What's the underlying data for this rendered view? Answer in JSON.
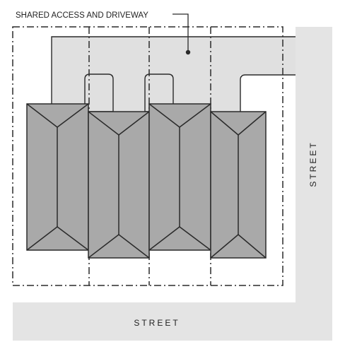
{
  "diagram": {
    "callout_label": "SHARED ACCESS AND DRIVEWAY",
    "street_bottom_label": "STREET",
    "street_right_label": "STREET",
    "building_count": 4
  },
  "colors": {
    "street_fill": "#e4e4e4",
    "driveway_fill": "#e0e0e0",
    "roof_fill": "#a9a9a9",
    "line": "#2a2a2a"
  }
}
